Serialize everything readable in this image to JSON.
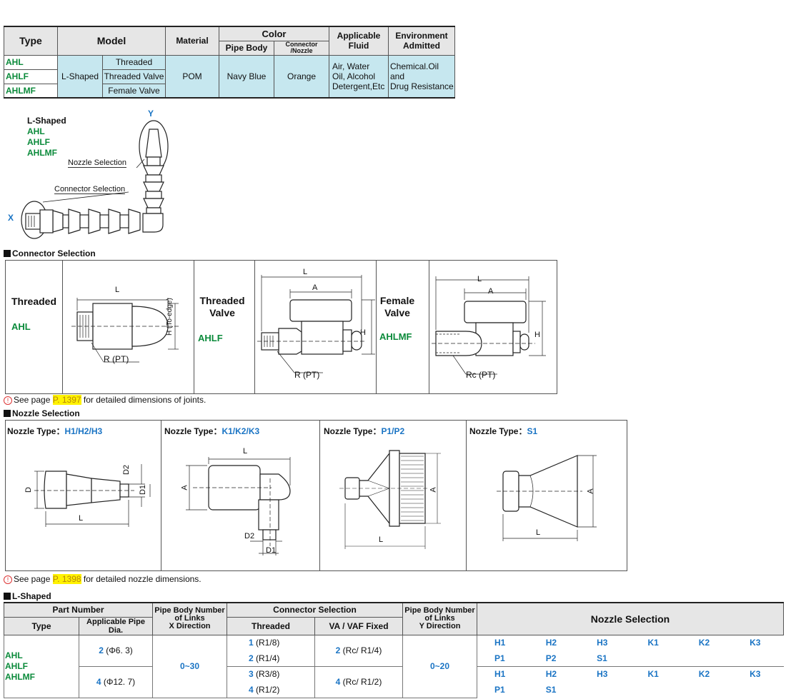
{
  "spec_table": {
    "headers": {
      "type": "Type",
      "model": "Model",
      "material": "Material",
      "color": "Color",
      "pipe_body": "Pipe Body",
      "connector_nozzle_1": "Connector",
      "connector_nozzle_2": "/Nozzle",
      "fluid_1": "Applicable",
      "fluid_2": "Fluid",
      "env_1": "Environment",
      "env_2": "Admitted"
    },
    "types": [
      "AHL",
      "AHLF",
      "AHLMF"
    ],
    "model_shape": "L-Shaped",
    "models": [
      "Threaded",
      "Threaded Valve",
      "Female Valve"
    ],
    "material": "POM",
    "pipe_body_color": "Navy Blue",
    "connector_color": "Orange",
    "fluid": [
      "Air, Water",
      "Oil, Alcohol",
      "Detergent,Etc"
    ],
    "environment": [
      "Chemical.Oil and",
      "Drug Resistance"
    ]
  },
  "diagram": {
    "y_label": "Y",
    "x_label": "X",
    "shape": "L-Shaped",
    "types": [
      "AHL",
      "AHLF",
      "AHLMF"
    ],
    "nozzle_callout": "Nozzle Selection",
    "connector_callout": "Connector Selection"
  },
  "connector_section": {
    "title": "Connector Selection",
    "panels": [
      {
        "name_1": "Threaded",
        "name_2": "",
        "code": "AHL"
      },
      {
        "name_1": "Threaded",
        "name_2": "Valve",
        "code": "AHLF"
      },
      {
        "name_1": "Female",
        "name_2": "Valve",
        "code": "AHLMF"
      }
    ],
    "dims": {
      "L": "L",
      "A": "A",
      "H": "H",
      "H_edge": "H (To-edge)",
      "R_pt": "R (PT)",
      "Rc_pt": "Rc (PT)"
    },
    "note_before": "See page ",
    "note_page": "P. 1397",
    "note_after": " for detailed dimensions of joints."
  },
  "nozzle_section": {
    "title": "Nozzle Selection",
    "type_label": "Nozzle Type：",
    "panels": [
      "H1/H2/H3",
      "K1/K2/K3",
      "P1/P2",
      "S1"
    ],
    "dims": {
      "D": "D",
      "D1": "D1",
      "D2": "D2",
      "L": "L",
      "A": "A"
    },
    "note_before": "See page ",
    "note_page": "P. 1398",
    "note_after": " for detailed nozzle dimensions."
  },
  "lshaped_section": {
    "title": "L-Shaped",
    "headers": {
      "part_number": "Part Number",
      "type": "Type",
      "pipe_dia": "Applicable Pipe Dia.",
      "pb_x_1": "Pipe Body Number",
      "pb_x_2": "of Links",
      "pb_x_3": "X Direction",
      "connector": "Connector Selection",
      "threaded": "Threaded",
      "va": "VA / VAF Fixed",
      "pb_y_1": "Pipe Body Number",
      "pb_y_2": "of Links",
      "pb_y_3": "Y Direction",
      "nozzle": "Nozzle Selection"
    },
    "types": [
      "AHL",
      "AHLF",
      "AHLMF"
    ],
    "pipe_dia": [
      {
        "code": "2",
        "size": " (Φ6. 3)"
      },
      {
        "code": "4",
        "size": " (Φ12. 7)"
      }
    ],
    "x_links": "0~30",
    "threaded": [
      {
        "code": "1",
        "v": " (R1/8)"
      },
      {
        "code": "2",
        "v": " (R1/4)"
      },
      {
        "code": "3",
        "v": " (R3/8)"
      },
      {
        "code": "4",
        "v": " (R1/2)"
      }
    ],
    "va": [
      {
        "code": "2",
        "v": " (Rc/ R1/4)"
      },
      {
        "code": "4",
        "v": " (Rc/ R1/2)"
      }
    ],
    "y_links": "0~20",
    "nozzles": [
      [
        "H1",
        "H2",
        "H3",
        "K1",
        "K2",
        "K3"
      ],
      [
        "P1",
        "P2",
        "S1",
        "",
        "",
        ""
      ],
      [
        "H1",
        "H2",
        "H3",
        "K1",
        "K2",
        "K3"
      ],
      [
        "P1",
        "S1",
        "",
        "",
        "",
        ""
      ]
    ]
  }
}
